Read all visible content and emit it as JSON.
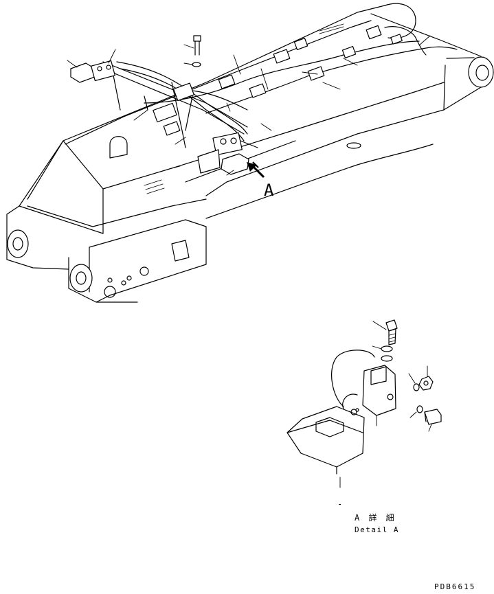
{
  "view_label": "A",
  "detail_caption_jp": "A 詳 細",
  "detail_caption_en": "Detail A",
  "drawing_code": "PDB6615",
  "detail_leader_mark": "-"
}
